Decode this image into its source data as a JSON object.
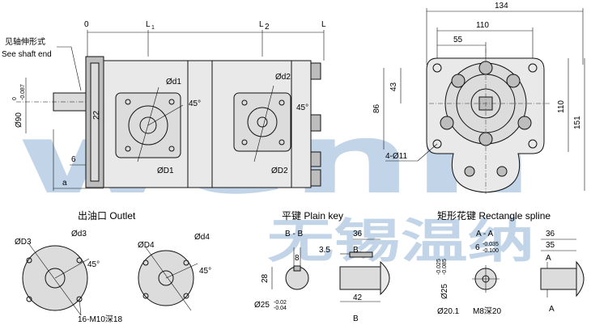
{
  "side_view": {
    "shaft_note_cn": "见轴伸形式",
    "shaft_note_en": "See shaft end",
    "pos_zero": "0",
    "pos_l1": "L",
    "pos_l1_sub": "1",
    "pos_l2": "L",
    "pos_l2_sub": "2",
    "pos_l": "L",
    "shaft_dia": "Ø90",
    "shaft_tol_top": "0",
    "shaft_tol_bottom": "-0.087",
    "dim_22": "22",
    "dim_6": "6",
    "dim_a": "a",
    "port1_small": "Ød1",
    "port1_large": "ØD1",
    "port1_angle": "45°",
    "port2_small": "Ød2",
    "port2_large": "ØD2",
    "port2_angle": "45°"
  },
  "front_view": {
    "dim_134": "134",
    "dim_110_top": "110",
    "dim_55": "55",
    "dim_43": "43",
    "dim_86": "86",
    "dim_110_right": "110",
    "dim_151": "151",
    "holes": "4-Ø11"
  },
  "outlet": {
    "title": "出油口  Outlet",
    "D3": "ØD3",
    "d3": "Ød3",
    "angle1": "45°",
    "D4": "ØD4",
    "d4": "Ød4",
    "angle2": "45°",
    "thread": "16-M10深18"
  },
  "plain_key": {
    "title": "平键  Plain key",
    "section": "B - B",
    "dim_36": "36",
    "dim_3_5": "3.5",
    "dim_8": "8",
    "dim_28": "28",
    "dim_42": "42",
    "label_b_top": "B",
    "label_b_bottom": "B",
    "dia": "Ø25",
    "dia_tol_top": "-0.02",
    "dia_tol_bottom": "-0.04"
  },
  "spline": {
    "title": "矩形花键  Rectangle spline",
    "section": "A - A",
    "dim_6": "6",
    "dim_6_tol_top": "-0.035",
    "dim_6_tol_bottom": "-0.100",
    "dia": "Ø25",
    "dia_tol_top": "-0.025",
    "dia_tol_bottom": "-0.085",
    "dim_20_1": "Ø20.1",
    "thread": "M8深20",
    "dim_36": "36",
    "dim_35": "35",
    "label_a_top": "A",
    "label_a_bottom": "A"
  },
  "watermark": {
    "latin": "wenn",
    "chinese": "无锡温纳"
  }
}
